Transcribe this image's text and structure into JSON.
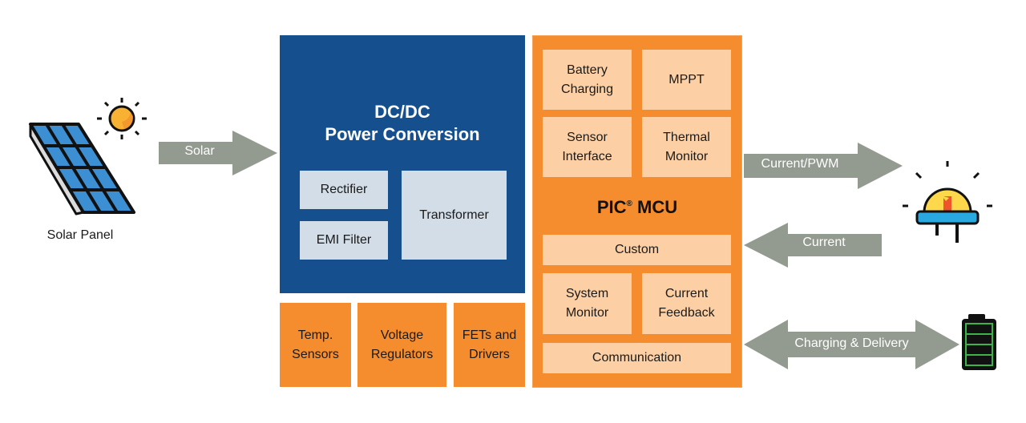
{
  "diagram": {
    "source": {
      "label": "Solar Panel",
      "icons": [
        "solar-panel-icon",
        "sun-icon"
      ]
    },
    "arrows": {
      "solar": "Solar",
      "current_pwm": "Current/PWM",
      "current": "Current",
      "charging_delivery": "Charging & Delivery"
    },
    "dcdc": {
      "title_line1": "DC/DC",
      "title_line2": "Power Conversion",
      "blocks": {
        "rectifier": "Rectifier",
        "emi_filter": "EMI Filter",
        "transformer": "Transformer"
      }
    },
    "support": {
      "temp_line1": "Temp.",
      "temp_line2": "Sensors",
      "vreg_line1": "Voltage",
      "vreg_line2": "Regulators",
      "fets_line1": "FETs and",
      "fets_line2": "Drivers"
    },
    "mcu": {
      "title": "PIC",
      "title_mark": "®",
      "title_suffix": " MCU",
      "blocks": {
        "battery_line1": "Battery",
        "battery_line2": "Charging",
        "mppt": "MPPT",
        "sensor_line1": "Sensor",
        "sensor_line2": "Interface",
        "thermal_line1": "Thermal",
        "thermal_line2": "Monitor",
        "custom": "Custom",
        "sysmon_line1": "System",
        "sysmon_line2": "Monitor",
        "curfb_line1": "Current",
        "curfb_line2": "Feedback",
        "communication": "Communication"
      }
    },
    "loads": {
      "led_icon": "led-icon",
      "battery_icon": "battery-icon"
    },
    "colors": {
      "dcdc_blue": "#154f8e",
      "light_box": "#d3dde7",
      "orange": "#f58d2f",
      "peach": "#fcd0a4",
      "arrow_gray": "#939a8f",
      "battery_green": "#3cb44a",
      "led_blue": "#2aa8e0",
      "led_yellow": "#fcd84a",
      "led_red": "#f0542a",
      "sun_orange": "#f8b133",
      "panel_blue": "#3d8fd3"
    }
  }
}
